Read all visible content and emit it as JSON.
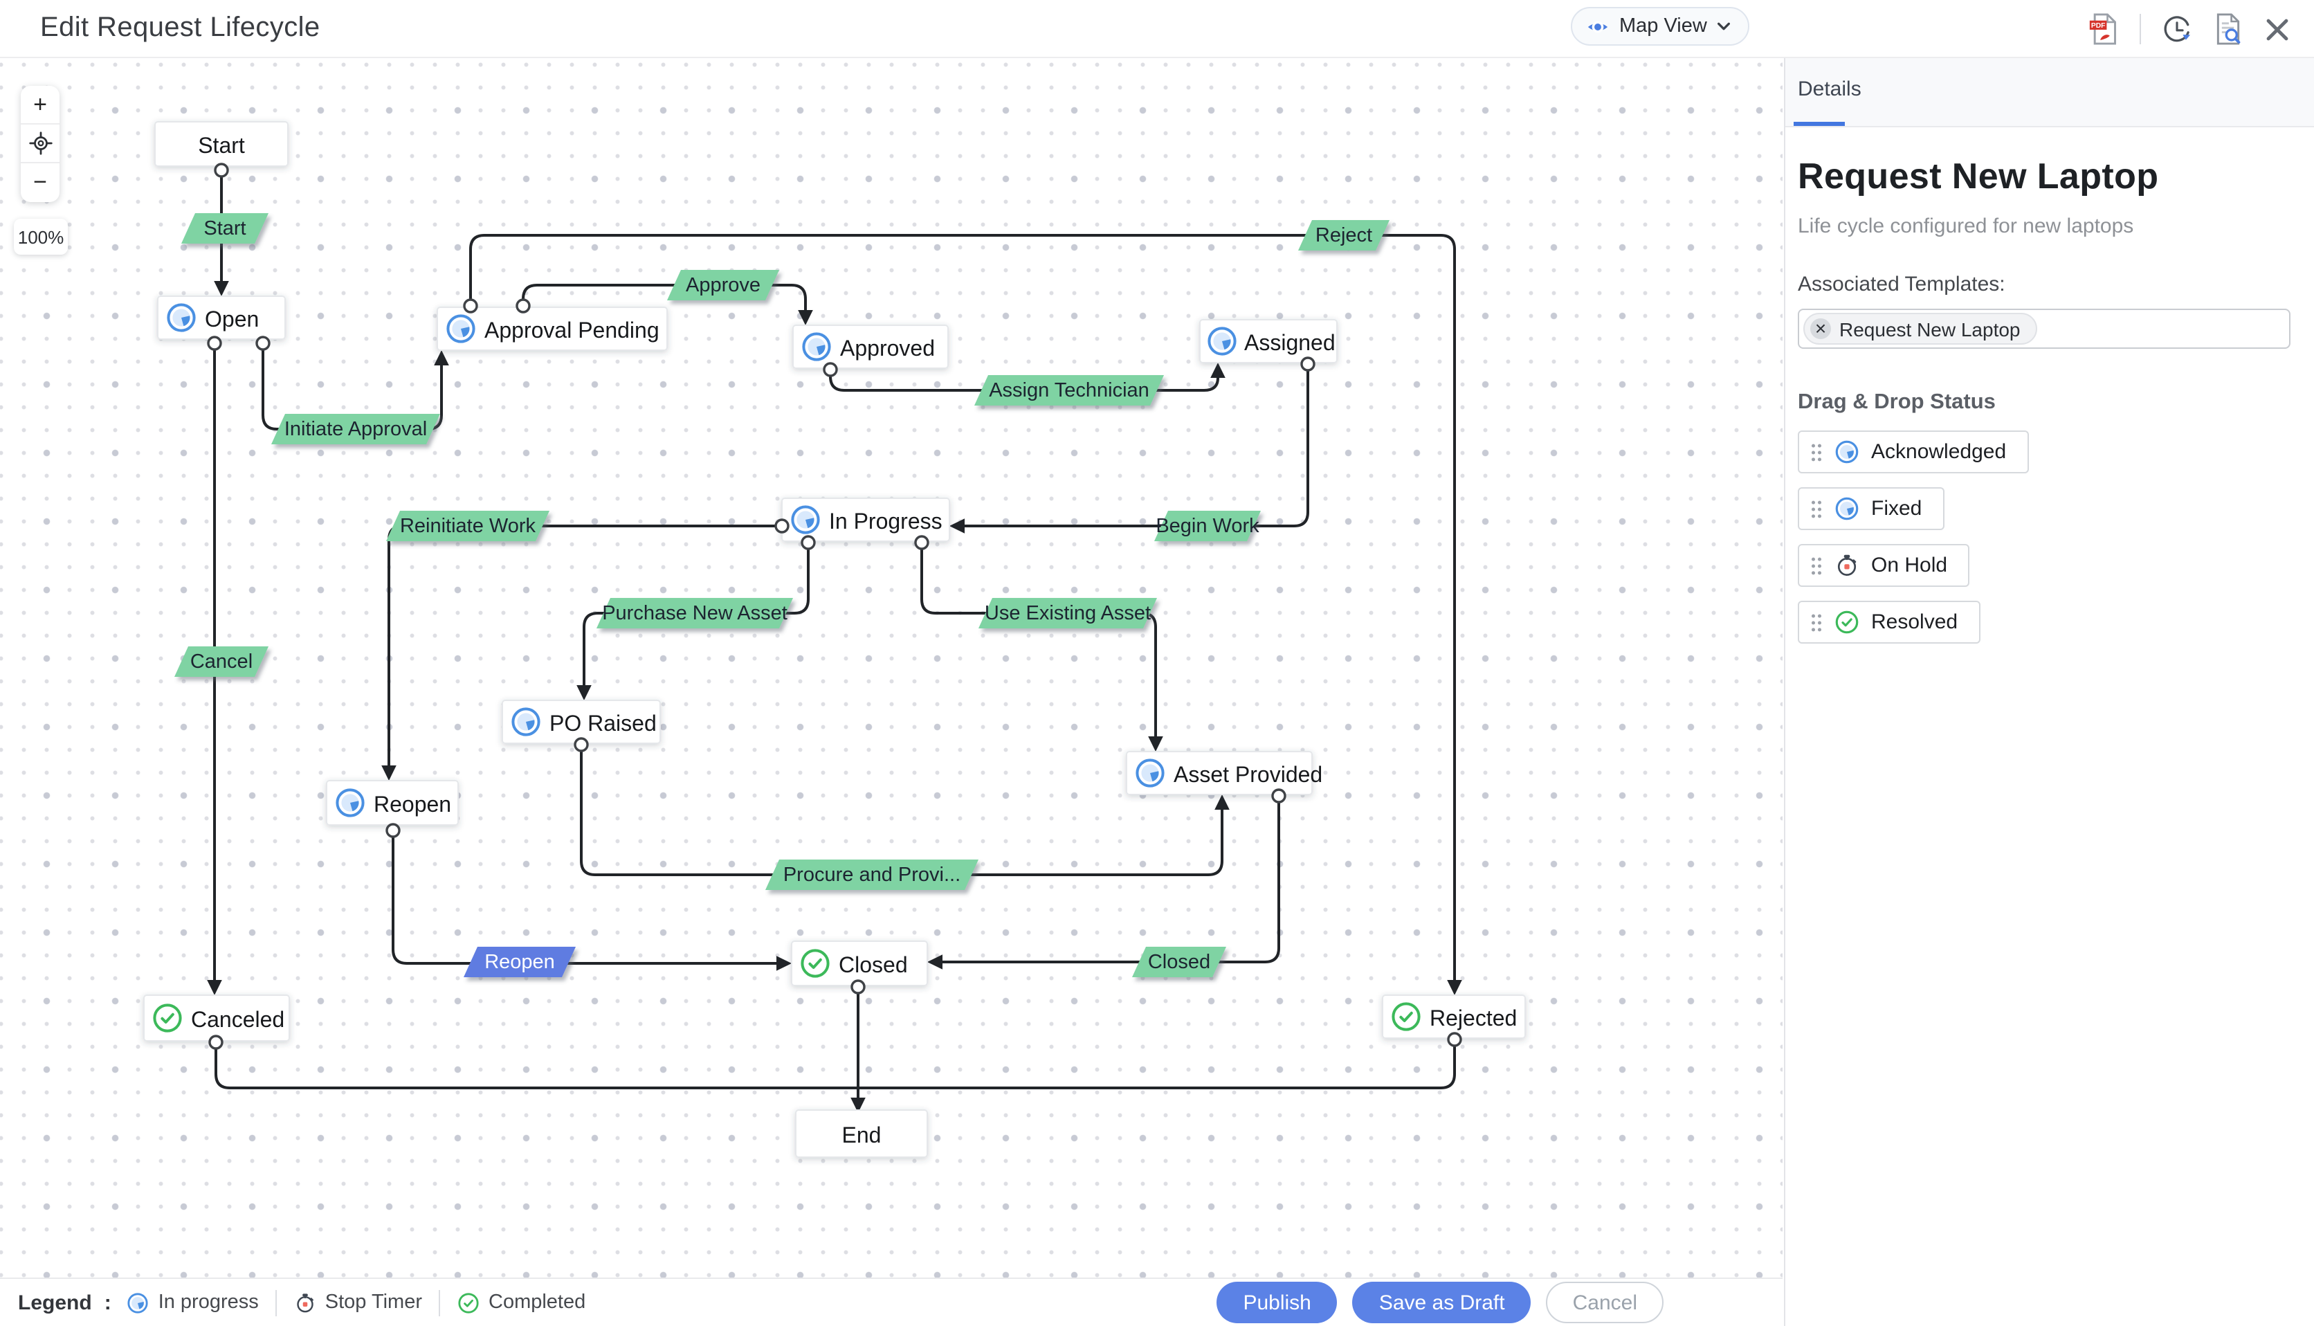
{
  "topbar": {
    "title": "Edit Request Lifecycle",
    "view_selector": {
      "label": "Map View"
    }
  },
  "zoom_controls": {
    "zoom_in": "+",
    "zoom_out": "−",
    "level": "100%"
  },
  "canvas": {
    "nodes": [
      {
        "id": "start",
        "label": "Start",
        "icon": null
      },
      {
        "id": "open",
        "label": "Open",
        "icon": "in-progress"
      },
      {
        "id": "approval-pending",
        "label": "Approval Pending",
        "icon": "in-progress"
      },
      {
        "id": "approved",
        "label": "Approved",
        "icon": "in-progress"
      },
      {
        "id": "assigned",
        "label": "Assigned",
        "icon": "in-progress"
      },
      {
        "id": "in-progress",
        "label": "In Progress",
        "icon": "in-progress"
      },
      {
        "id": "po-raised",
        "label": "PO Raised",
        "icon": "in-progress"
      },
      {
        "id": "asset-provided",
        "label": "Asset Provided",
        "icon": "in-progress"
      },
      {
        "id": "reopen",
        "label": "Reopen",
        "icon": "in-progress"
      },
      {
        "id": "closed",
        "label": "Closed",
        "icon": "completed"
      },
      {
        "id": "canceled",
        "label": "Canceled",
        "icon": "completed"
      },
      {
        "id": "rejected",
        "label": "Rejected",
        "icon": "completed"
      },
      {
        "id": "end",
        "label": "End",
        "icon": null
      }
    ],
    "transitions": [
      {
        "label": "Start",
        "style": "green"
      },
      {
        "label": "Initiate Approval",
        "style": "green"
      },
      {
        "label": "Approve",
        "style": "green"
      },
      {
        "label": "Reject",
        "style": "green"
      },
      {
        "label": "Assign Technician",
        "style": "green"
      },
      {
        "label": "Begin Work",
        "style": "green"
      },
      {
        "label": "Reinitiate Work",
        "style": "green"
      },
      {
        "label": "Purchase New Asset",
        "style": "green"
      },
      {
        "label": "Use Existing Asset",
        "style": "green"
      },
      {
        "label": "Procure and Provi...",
        "style": "green"
      },
      {
        "label": "Cancel",
        "style": "green"
      },
      {
        "label": "Reopen",
        "style": "blue"
      },
      {
        "label": "Closed",
        "style": "green"
      }
    ]
  },
  "legend": {
    "title": "Legend",
    "separator": ":",
    "items": [
      {
        "label": "In progress",
        "icon": "in-progress"
      },
      {
        "label": "Stop Timer",
        "icon": "stop-timer"
      },
      {
        "label": "Completed",
        "icon": "completed"
      }
    ]
  },
  "footer": {
    "publish": "Publish",
    "save_draft": "Save as Draft",
    "cancel": "Cancel"
  },
  "details_panel": {
    "tab": "Details",
    "title": "Request New Laptop",
    "subtitle": "Life cycle configured for new laptops",
    "associated_templates_label": "Associated Templates:",
    "template_chip": "Request New Laptop",
    "drag_drop_label": "Drag & Drop Status",
    "statuses": [
      {
        "label": "Acknowledged",
        "icon": "in-progress"
      },
      {
        "label": "Fixed",
        "icon": "in-progress"
      },
      {
        "label": "On Hold",
        "icon": "stop-timer"
      },
      {
        "label": "Resolved",
        "icon": "completed"
      }
    ]
  },
  "colors": {
    "accent_blue": "#4a7de0",
    "pie_blue": "#4a90e2",
    "transition_green": "#7fd3a3",
    "completed_green": "#3cb95a",
    "transition_blue": "#5f7ce1",
    "button_blue": "#5b82e6",
    "stopwatch_red": "#ee6a5e"
  }
}
